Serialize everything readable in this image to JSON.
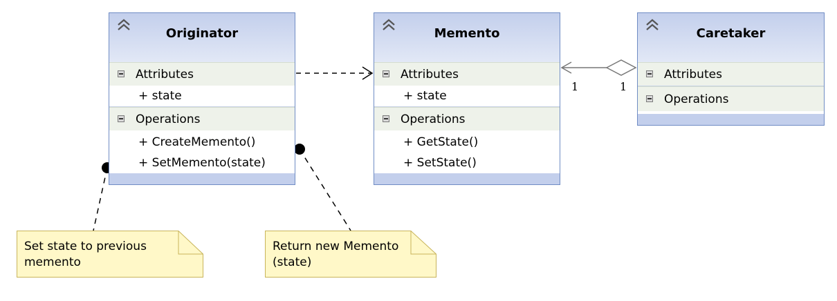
{
  "classes": {
    "originator": {
      "name": "Originator",
      "attributes_label": "Attributes",
      "attributes": [
        "+ state"
      ],
      "operations_label": "Operations",
      "operations": [
        "+ CreateMemento()",
        "+ SetMemento(state)"
      ]
    },
    "memento": {
      "name": "Memento",
      "attributes_label": "Attributes",
      "attributes": [
        "+ state"
      ],
      "operations_label": "Operations",
      "operations": [
        "+ GetState()",
        "+ SetState()"
      ]
    },
    "caretaker": {
      "name": "Caretaker",
      "attributes_label": "Attributes",
      "operations_label": "Operations"
    }
  },
  "notes": {
    "set_state": {
      "lines": [
        "Set state to previous",
        "memento"
      ]
    },
    "return_memento": {
      "lines": [
        "Return new Memento",
        "(state)"
      ]
    }
  },
  "association": {
    "memento_multiplicity": "1",
    "caretaker_multiplicity": "1"
  },
  "colors": {
    "class_border": "#6f8cc4",
    "header_fill": "#c3cfec",
    "note_fill": "#fff8c8",
    "note_border": "#c8b45a"
  }
}
